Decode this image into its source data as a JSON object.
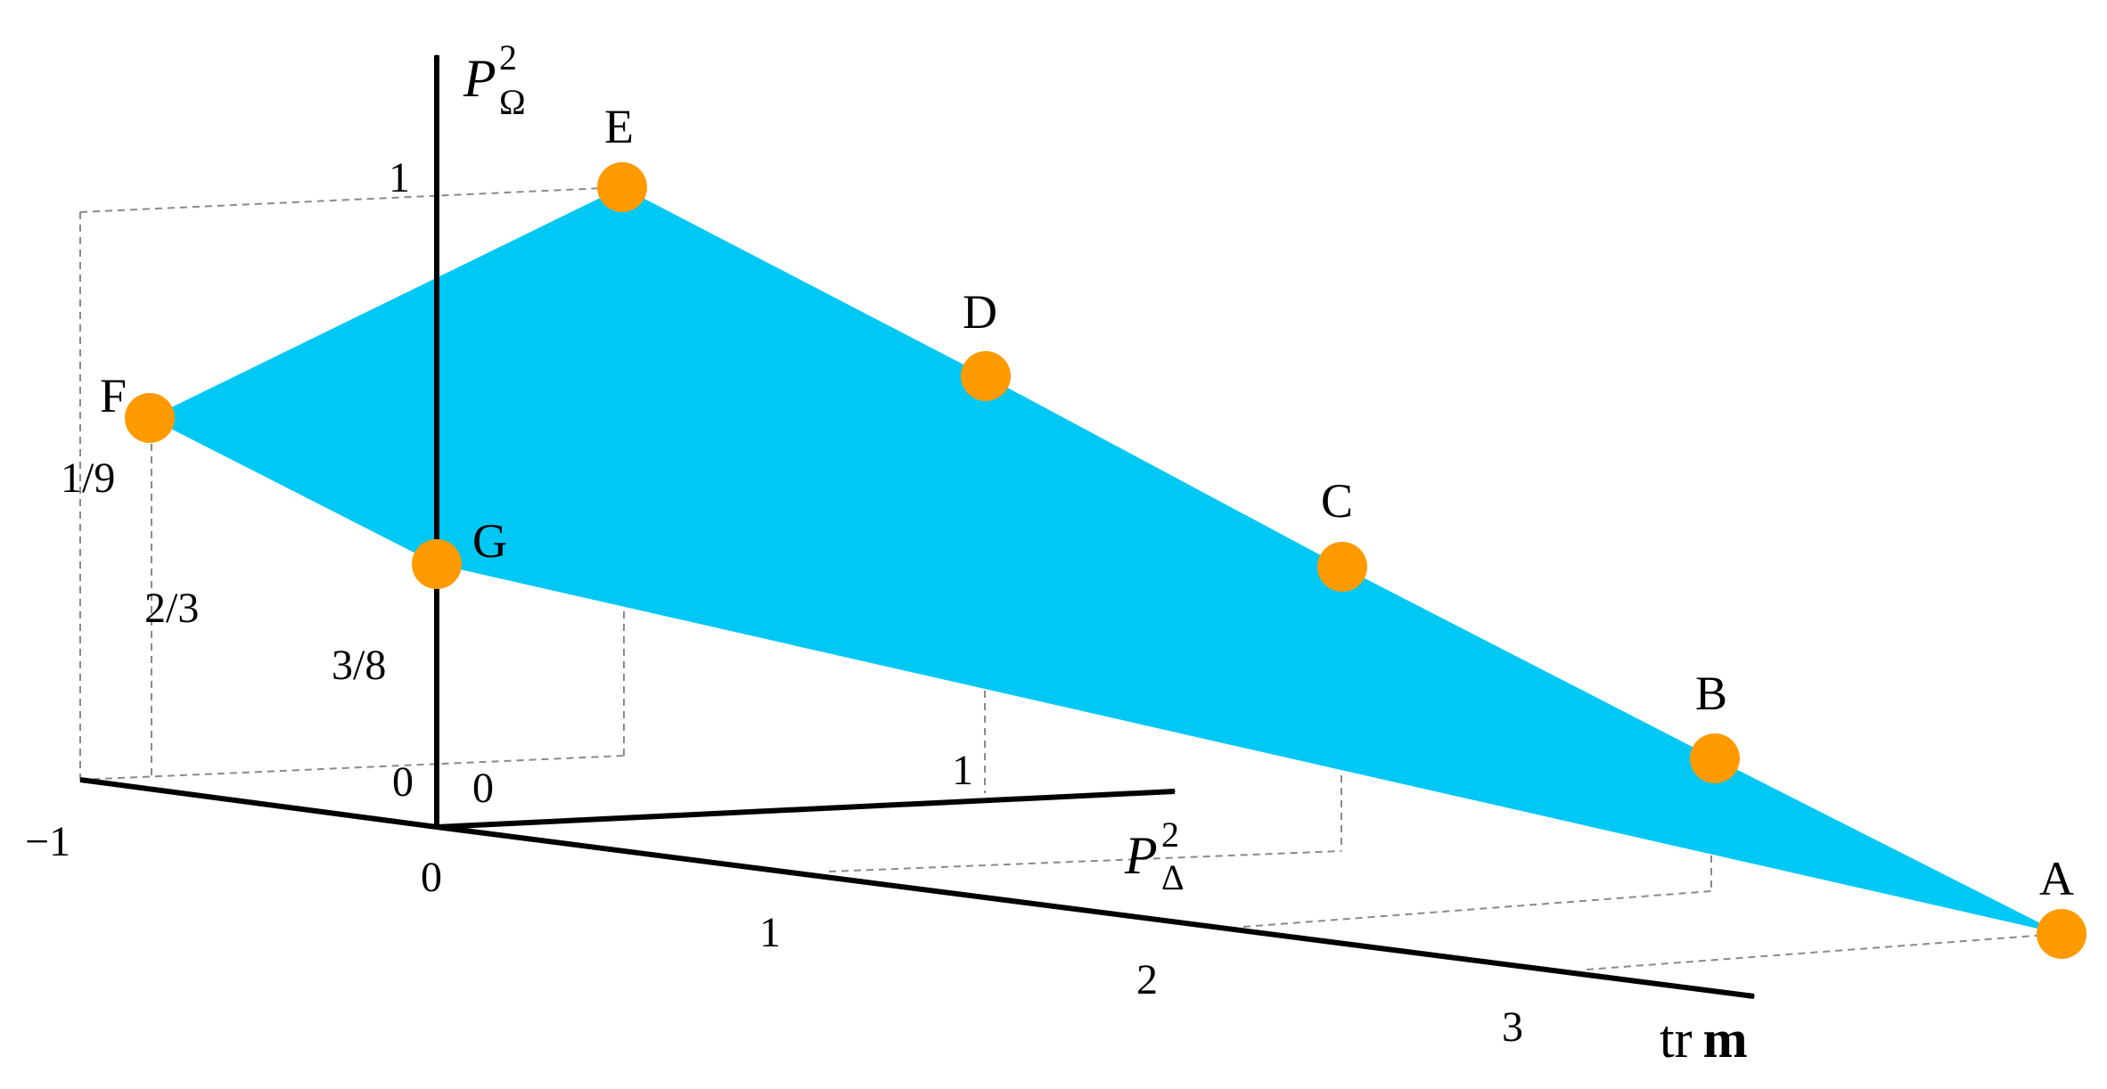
{
  "axes": {
    "vertical": {
      "label_main": "P",
      "label_sub": "Ω",
      "label_sup": "2"
    },
    "depth": {
      "label_main": "P",
      "label_sub": "Δ",
      "label_sup": "2"
    },
    "horizontal": {
      "label_prefix": "tr",
      "label_bold": "m"
    }
  },
  "ticks": {
    "vertical_one": "1",
    "vertical_zero": "0",
    "depth_zero": "0",
    "depth_one": "1",
    "horizontal": [
      "−1",
      "0",
      "1",
      "2",
      "3"
    ]
  },
  "values": {
    "f_height": "1/9",
    "f_depth": "2/3",
    "g_height": "3/8"
  },
  "points": [
    "A",
    "B",
    "C",
    "D",
    "E",
    "F",
    "G"
  ],
  "colors": {
    "region": "#00c8f5",
    "point": "#ff9a00",
    "axis": "#000000",
    "guide": "#8a8a8a"
  }
}
